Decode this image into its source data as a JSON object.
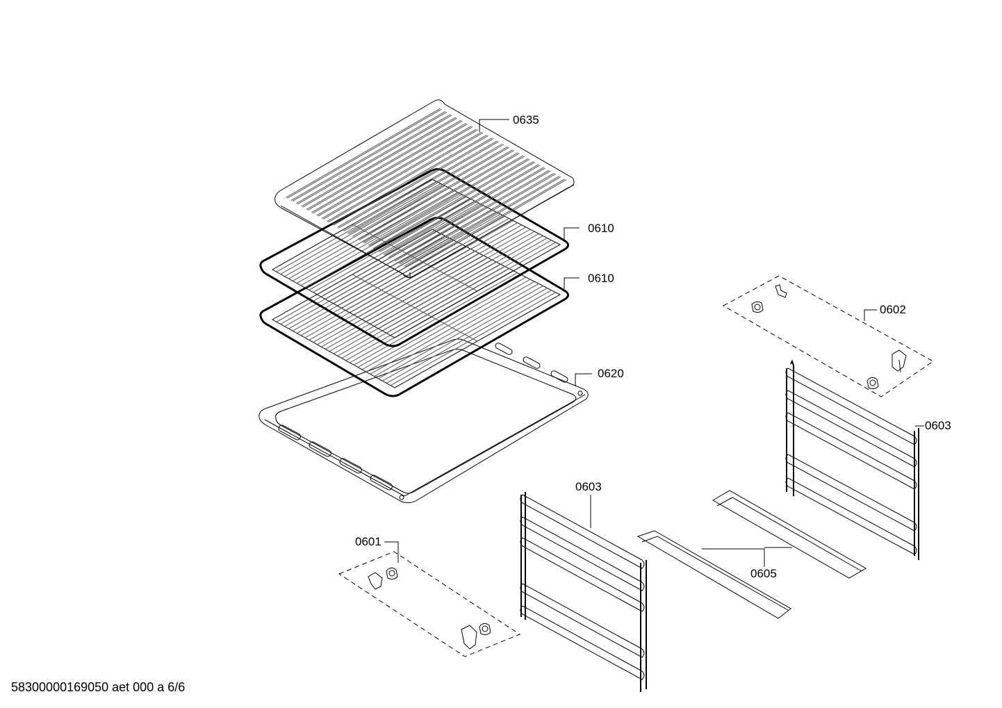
{
  "labels": {
    "rack_top": "0635",
    "grid_1": "0610",
    "grid_2": "0610",
    "tray": "0620",
    "clips_right": "0602",
    "rail_right": "0603",
    "rail_left": "0603",
    "clips_left": "0601",
    "telescopic": "0605"
  },
  "footer": {
    "drawing_id": "58300000169050 aet 000 a 6/6"
  }
}
